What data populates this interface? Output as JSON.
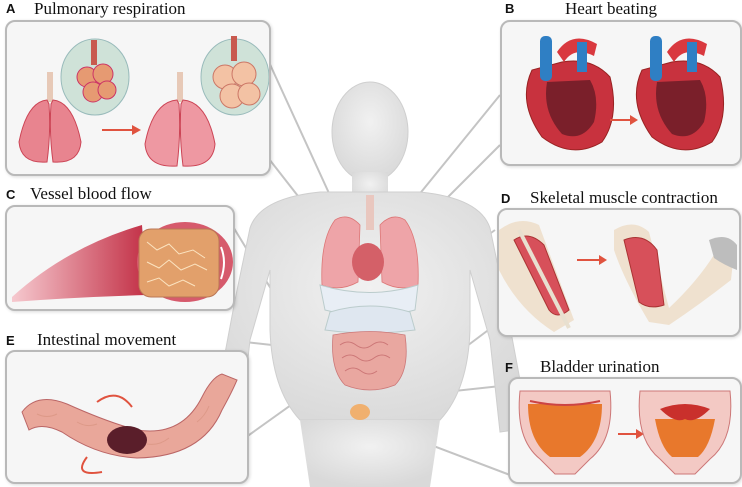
{
  "panels": [
    {
      "letter": "A",
      "title": "Pulmonary respiration"
    },
    {
      "letter": "B",
      "title": "Heart beating"
    },
    {
      "letter": "C",
      "title": "Vessel blood flow"
    },
    {
      "letter": "D",
      "title": "Skeletal muscle contraction"
    },
    {
      "letter": "E",
      "title": "Intestinal movement"
    },
    {
      "letter": "F",
      "title": "Bladder urination"
    }
  ],
  "colors": {
    "lung": "#e8848f",
    "heart_red": "#c8323e",
    "vein_blue": "#2f7fc4",
    "muscle": "#d7505a",
    "intestine": "#e9a79a",
    "bladder_fluid": "#e8782c",
    "arrow": "#e0533f",
    "body": "#e4e4e4"
  }
}
